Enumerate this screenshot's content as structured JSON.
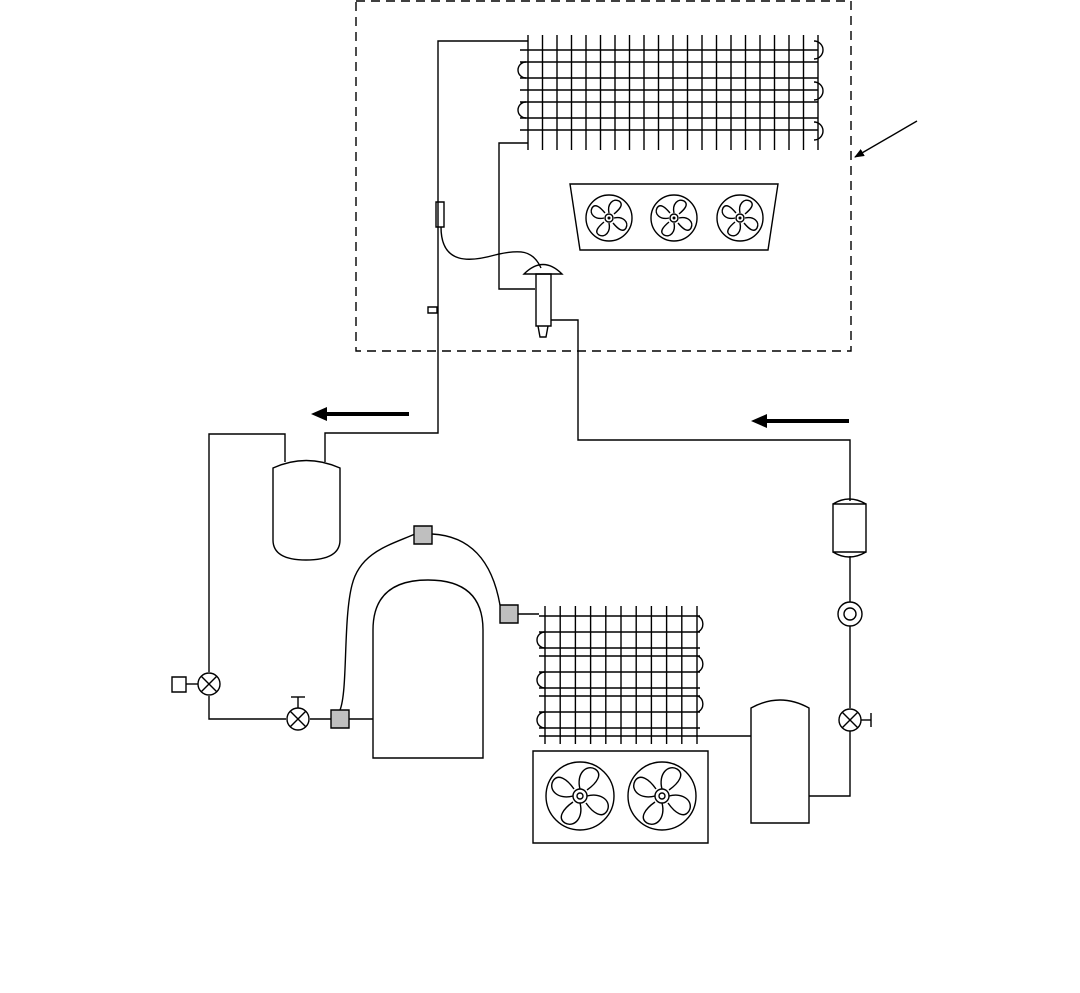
{
  "diagram": {
    "kind": "refrigeration system schematic",
    "colors": {
      "line": "#000000",
      "background": "#ffffff",
      "fitting_fill": "#bfbfbf"
    },
    "components": [
      {
        "id": "evaporator-coil",
        "icon": "finned-coil-icon"
      },
      {
        "id": "evaporator-fans",
        "icon": "fan-icon",
        "count": 3
      },
      {
        "id": "expansion-valve",
        "icon": "thermostatic-expansion-valve-icon"
      },
      {
        "id": "sensing-bulb",
        "icon": "sensing-bulb-icon"
      },
      {
        "id": "suction-accumulator",
        "icon": "tank-icon"
      },
      {
        "id": "compressor",
        "icon": "compressor-icon"
      },
      {
        "id": "condenser-coil",
        "icon": "finned-coil-icon"
      },
      {
        "id": "condenser-fans",
        "icon": "fan-icon",
        "count": 2
      },
      {
        "id": "liquid-receiver",
        "icon": "tank-icon"
      },
      {
        "id": "filter-drier",
        "icon": "filter-drier-icon"
      },
      {
        "id": "sight-glass",
        "icon": "sight-glass-icon"
      },
      {
        "id": "liquid-shutoff-valve",
        "icon": "valve-icon"
      },
      {
        "id": "suction-shutoff-valve",
        "icon": "valve-icon"
      },
      {
        "id": "solenoid-valve",
        "icon": "solenoid-valve-icon"
      },
      {
        "id": "service-fittings",
        "icon": "fitting-icon",
        "count": 4
      }
    ],
    "flow_arrows": [
      "suction-flow-arrow",
      "liquid-flow-arrow",
      "enclosure-pointer-arrow"
    ],
    "enclosure": "refrigerated-space-boundary"
  }
}
